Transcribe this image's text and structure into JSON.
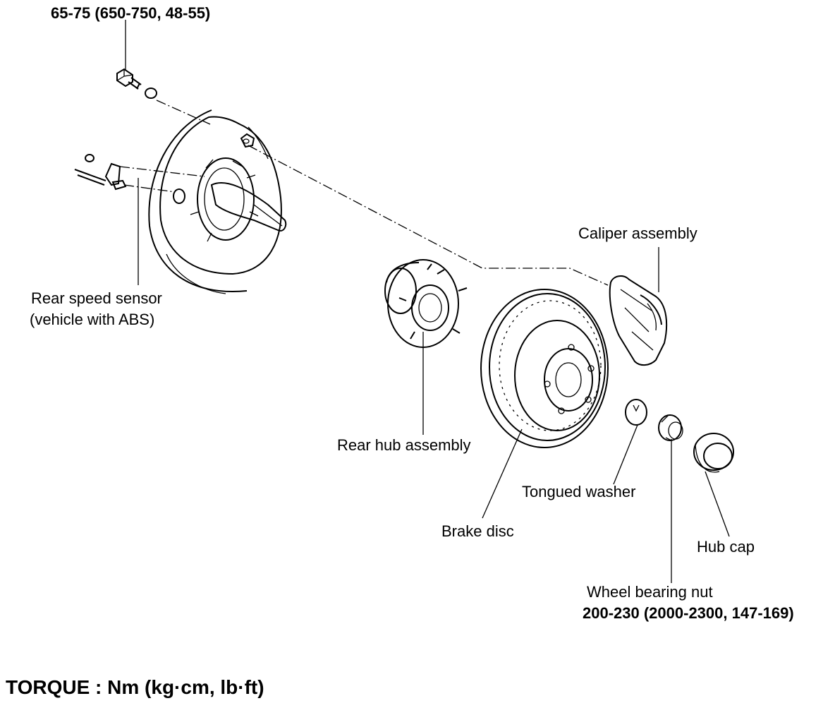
{
  "torque_top": "65-75 (650-750, 48-55)",
  "labels": {
    "rear_speed_sensor_line1": "Rear speed sensor",
    "rear_speed_sensor_line2": "(vehicle with ABS)",
    "caliper_assembly": "Caliper assembly",
    "rear_hub_assembly": "Rear hub assembly",
    "tongued_washer": "Tongued washer",
    "brake_disc": "Brake disc",
    "hub_cap": "Hub cap",
    "wheel_bearing_nut": "Wheel bearing nut",
    "wheel_bearing_nut_torque": "200-230 (2000-2300, 147-169)"
  },
  "footer": "TORQUE : Nm (kg·cm, lb·ft)",
  "icons": [
    "bolt-icon",
    "washer-icon",
    "backing-plate-icon",
    "speed-sensor-icon",
    "hub-icon",
    "brake-disc-icon",
    "caliper-icon",
    "tongued-washer-icon",
    "nut-icon",
    "hub-cap-icon"
  ]
}
